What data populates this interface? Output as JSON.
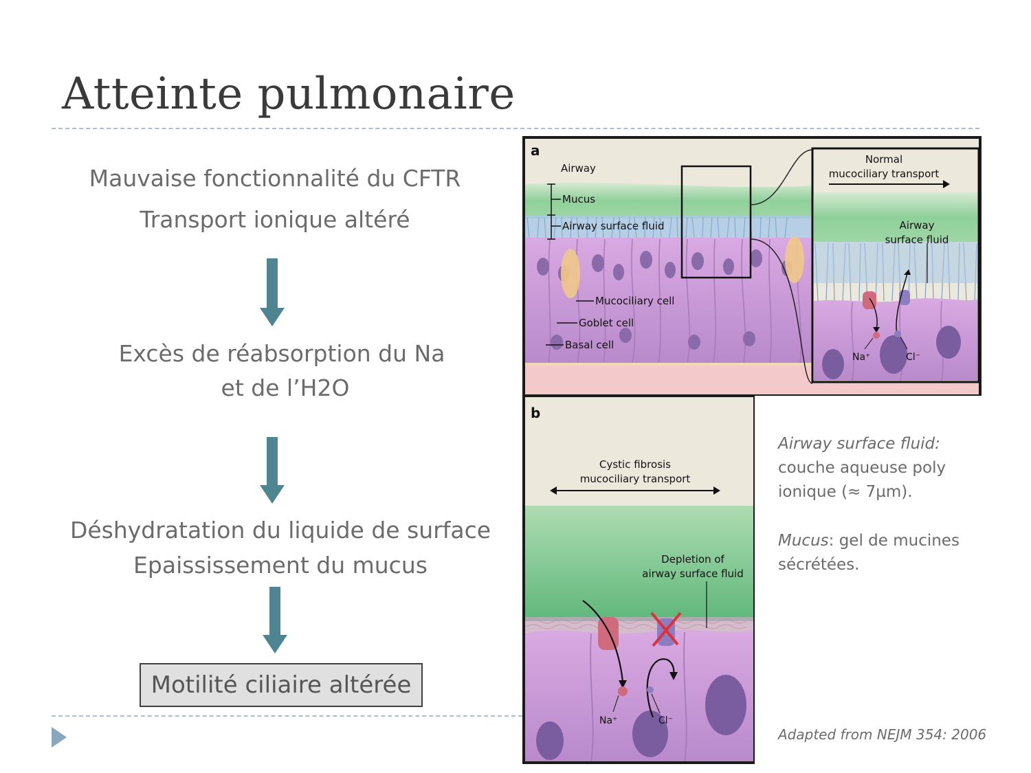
{
  "slide": {
    "title": "Atteinte pulmonaire"
  },
  "flow": {
    "step1_line1": "Mauvaise fonctionnalité du CFTR",
    "step1_line2": "Transport ionique altéré",
    "step2_line1": "Excès de réabsorption du Na",
    "step2_line2": "et de l’H2O",
    "step3_line1": "Déshydratation du liquide de surface",
    "step3_line2": "Epaississement du mucus",
    "final": "Motilité ciliaire altérée",
    "arrow_color": "#4f8590"
  },
  "figure": {
    "panel_a": {
      "letter": "a",
      "airway": "Airway",
      "mucus": "Mucus",
      "asf": "Airway surface fluid",
      "mucociliary_cell": "Mucociliary cell",
      "goblet_cell": "Goblet cell",
      "basal_cell": "Basal cell",
      "inset_title_1": "Normal",
      "inset_title_2": "mucociliary transport",
      "inset_asf_1": "Airway",
      "inset_asf_2": "surface fluid",
      "na": "Na⁺",
      "cl": "Cl⁻"
    },
    "panel_b": {
      "letter": "b",
      "title_1": "Cystic fibrosis",
      "title_2": "mucociliary transport",
      "depletion_1": "Depletion of",
      "depletion_2": "airway surface fluid",
      "na": "Na⁺",
      "cl": "Cl⁻"
    }
  },
  "notes": {
    "asf_term": "Airway surface fluid:",
    "asf_def": "couche aqueuse poly ionique (≈ 7µm).",
    "mucus_term": "Mucus",
    "mucus_def": ": gel de mucines sécrétées.",
    "credit": "Adapted from NEJM 354: 2006"
  }
}
